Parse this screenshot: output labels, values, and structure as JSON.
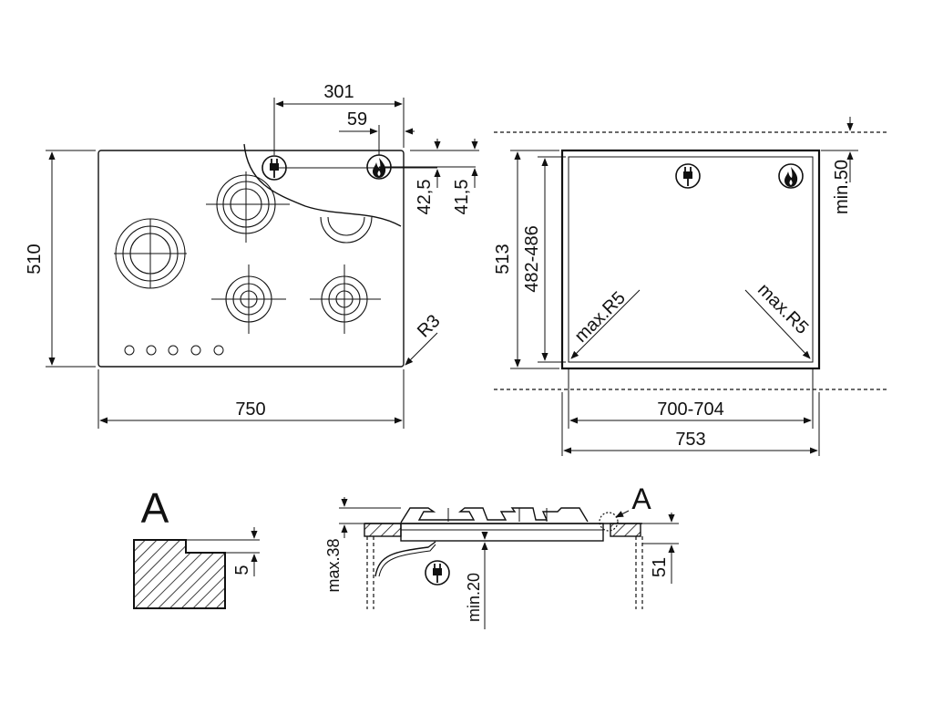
{
  "hob_top_view": {
    "width": "750",
    "height": "510",
    "plug_offset": "301",
    "gas_offset": "59",
    "plug_depth": "42,5",
    "gas_depth": "41,5",
    "corner_radius": "R3",
    "plug_icon": "plug-icon",
    "gas_icon": "flame-icon"
  },
  "cutout_view": {
    "outer_width": "753",
    "inner_width": "700-704",
    "outer_height": "513",
    "inner_height": "482-486",
    "rear_clearance": "min.50",
    "radius_left": "max.R5",
    "radius_right": "max.R5"
  },
  "detail_a": {
    "label": "A",
    "step_depth": "5"
  },
  "section_view": {
    "detail_marker": "A",
    "max_height": "max.38",
    "min_clearance": "min.20",
    "height": "51"
  }
}
